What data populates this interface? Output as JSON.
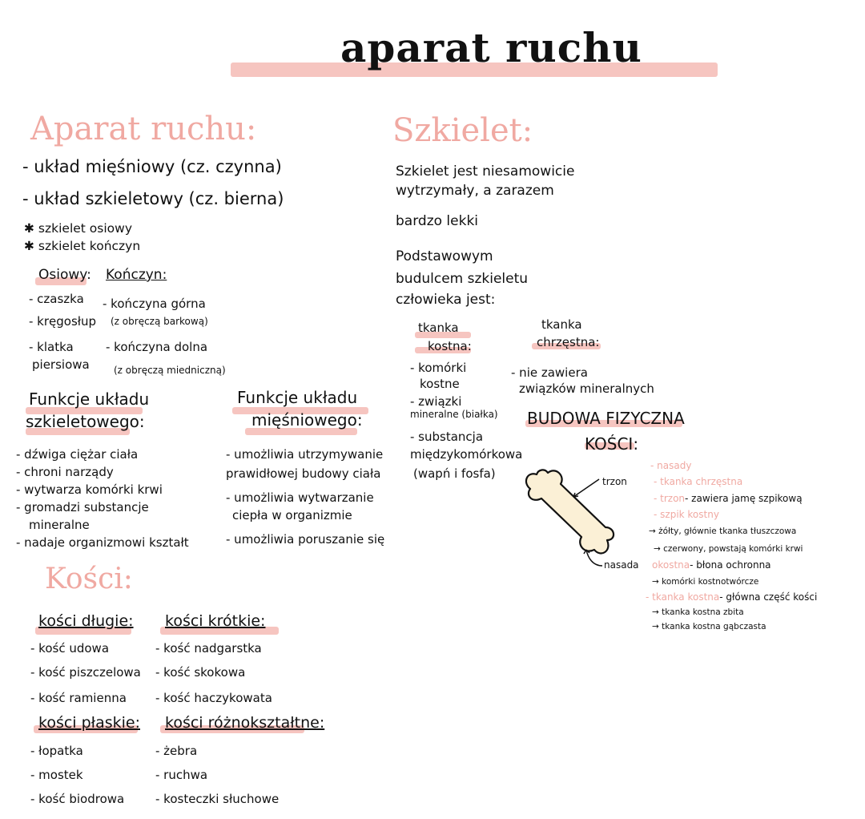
{
  "title": "aparat ruchu",
  "left": {
    "heading": "Aparat ruchu:",
    "l1": "- układ mięśniowy (cz. czynna)",
    "l2": "- układ szkieletowy (cz. bierna)",
    "b1": "✱ szkielet osiowy",
    "b2": "✱ szkielet kończyn",
    "osiowy_h": "Osiowy:",
    "konczyn_h": "Kończyn:",
    "o1": "- czaszka",
    "o2": "- kręgosłup",
    "o3a": "- klatka",
    "o3b": "piersiowa",
    "k1a": "- kończyna górna",
    "k1b": "(z obręczą barkową)",
    "k2a": "- kończyna dolna",
    "k2b": "(z obręczą miedniczną)"
  },
  "funkcje_szkieletowego": {
    "heading_l1": "Funkcje układu",
    "heading_l2": "szkieletowego:",
    "items": [
      "- dźwiga ciężar ciała",
      "- chroni narządy",
      "- wytwarza komórki krwi",
      "- gromadzi substancje",
      "mineralne",
      "- nadaje organizmowi kształt"
    ]
  },
  "funkcje_miesniowego": {
    "heading_l1": "Funkcje układu",
    "heading_l2": "mięśniowego:",
    "items": [
      "- umożliwia utrzymywanie",
      "prawidłowej budowy ciała",
      "- umożliwia wytwarzanie",
      "ciepła w organizmie",
      "- umożliwia poruszanie się"
    ]
  },
  "kosci": {
    "heading": "Kości:",
    "dlugie_h": "kości długie:",
    "dlugie": [
      "- kość udowa",
      "- kość piszczelowa",
      "- kość ramienna"
    ],
    "krotkie_h": "kości krótkie:",
    "krotkie": [
      "- kość nadgarstka",
      "- kość skokowa",
      "- kość haczykowata"
    ],
    "plaskie_h": "kości płaskie:",
    "plaskie": [
      "- łopatka",
      "- mostek",
      "- kość biodrowa"
    ],
    "roznoksztaltne_h": "kości różnokształtne:",
    "roznoksztaltne": [
      "- żebra",
      "- ruchwa",
      "- kosteczki słuchowe"
    ]
  },
  "szkielet": {
    "heading": "Szkielet:",
    "p1": [
      "Szkielet jest niesamowicie",
      "wytrzymały, a zarazem",
      "bardzo lekki"
    ],
    "p2": [
      "Podstawowym",
      "budulcem szkieletu",
      "człowieka jest:"
    ],
    "tkanka_kostna_h": [
      "tkanka",
      "kostna:"
    ],
    "tkanka_kostna": [
      "- komórki",
      "kostne",
      "- związki",
      "mineralne (białka)",
      "- substancja",
      "międzykomórkowa",
      "(wapń i fosfa)"
    ],
    "tkanka_chrzestna_h": [
      "tkanka",
      "chrzęstna:"
    ],
    "tkanka_chrzestna": [
      "- nie zawiera",
      "związków mineralnych"
    ],
    "budowa_h": [
      "BUDOWA FIZYCZNA",
      "KOŚCI:"
    ],
    "trzon_label": "trzon",
    "nasada_label": "nasada",
    "budowa_items": [
      {
        "pink": "- nasady",
        "rest": ""
      },
      {
        "pink": "- tkanka chrzęstna",
        "rest": ""
      },
      {
        "pink": "- trzon",
        "rest": "- zawiera jamę szpikową"
      },
      {
        "pink": "- szpik kostny",
        "rest": ""
      },
      {
        "pink": "",
        "rest": "→ żółty, głównie tkanka tłuszczowa"
      },
      {
        "pink": "",
        "rest": "→ czerwony, powstają komórki krwi"
      },
      {
        "pink": "okostna",
        "rest": "- błona ochronna"
      },
      {
        "pink": "",
        "rest": "→ komórki kostnotwórcze"
      },
      {
        "pink": "- tkanka kostna",
        "rest": "- główna część kości"
      },
      {
        "pink": "",
        "rest": "→ tkanka kostna zbita"
      },
      {
        "pink": "",
        "rest": "→ tkanka kostna gąbczasta"
      }
    ]
  }
}
